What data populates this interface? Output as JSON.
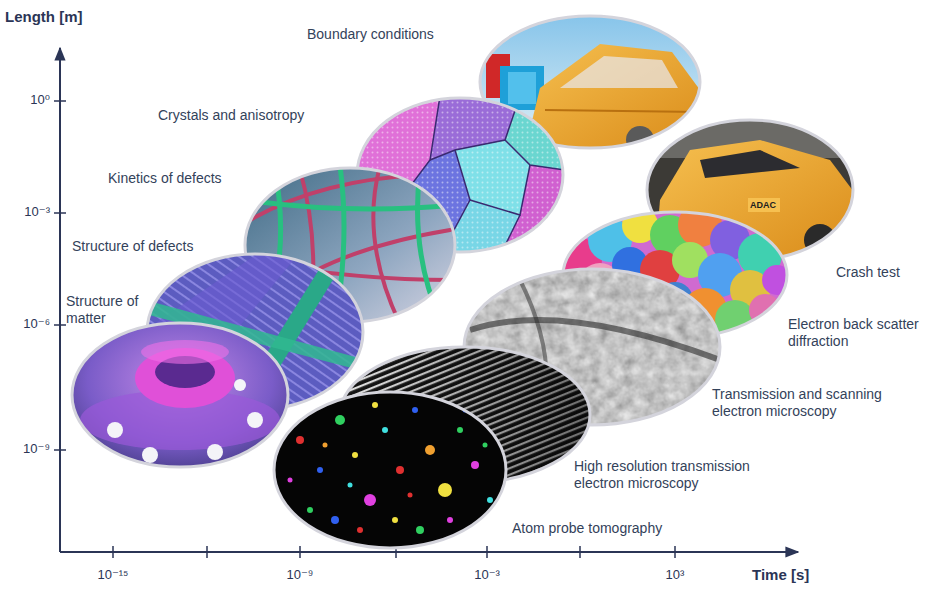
{
  "diagram": {
    "labels": [
      "Length [m]",
      "10⁰",
      "10⁻³",
      "10⁻⁶",
      "10⁻⁹",
      "10⁻¹⁵",
      "10⁻⁹",
      "10⁻³",
      "10³",
      "Time [s]",
      "Boundary conditions",
      "Crystals and anisotropy",
      "Kinetics of defects",
      "Structure of defects",
      "Structure of matter",
      "Crash test",
      "Electron back scatter diffraction",
      "Transmission and scanning electron microscopy",
      "High resolution transmission electron microscopy",
      "Atom probe tomography",
      "ADAC"
    ]
  }
}
